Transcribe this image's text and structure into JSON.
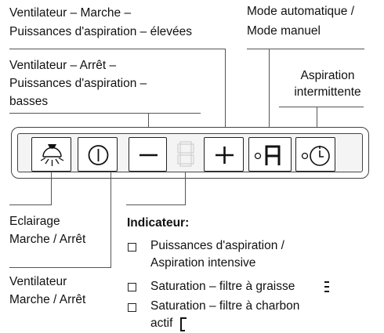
{
  "labels": {
    "fan_on_line1": "Ventilateur – Marche –",
    "fan_on_line2": "Puissances d'aspiration – élevées",
    "mode_line1": "Mode automatique /",
    "mode_line2": "Mode manuel",
    "fan_off_line1": "Ventilateur – Arrêt –",
    "fan_off_line2": "Puissances d'aspiration –",
    "fan_off_line3": "basses",
    "interval_line1": "Aspiration",
    "interval_line2": "intermittente",
    "light_line1": "Eclairage",
    "light_line2": "Marche / Arrêt",
    "fan_power_line1": "Ventilateur",
    "fan_power_line2": "Marche / Arrêt"
  },
  "display": {
    "mode_glyph": "A"
  },
  "indicator": {
    "title": "Indicateur:",
    "items": [
      {
        "line1": "Puissances d'aspiration /",
        "line2": "Aspiration intensive"
      },
      {
        "line1": "Saturation – filtre à graisse"
      },
      {
        "line1": "Saturation – filtre à charbon",
        "line2": "actif"
      }
    ]
  },
  "icons": [
    "light-icon",
    "power-icon",
    "minus-icon",
    "segment-display-icon",
    "plus-icon",
    "mode-display-icon",
    "timer-icon"
  ]
}
